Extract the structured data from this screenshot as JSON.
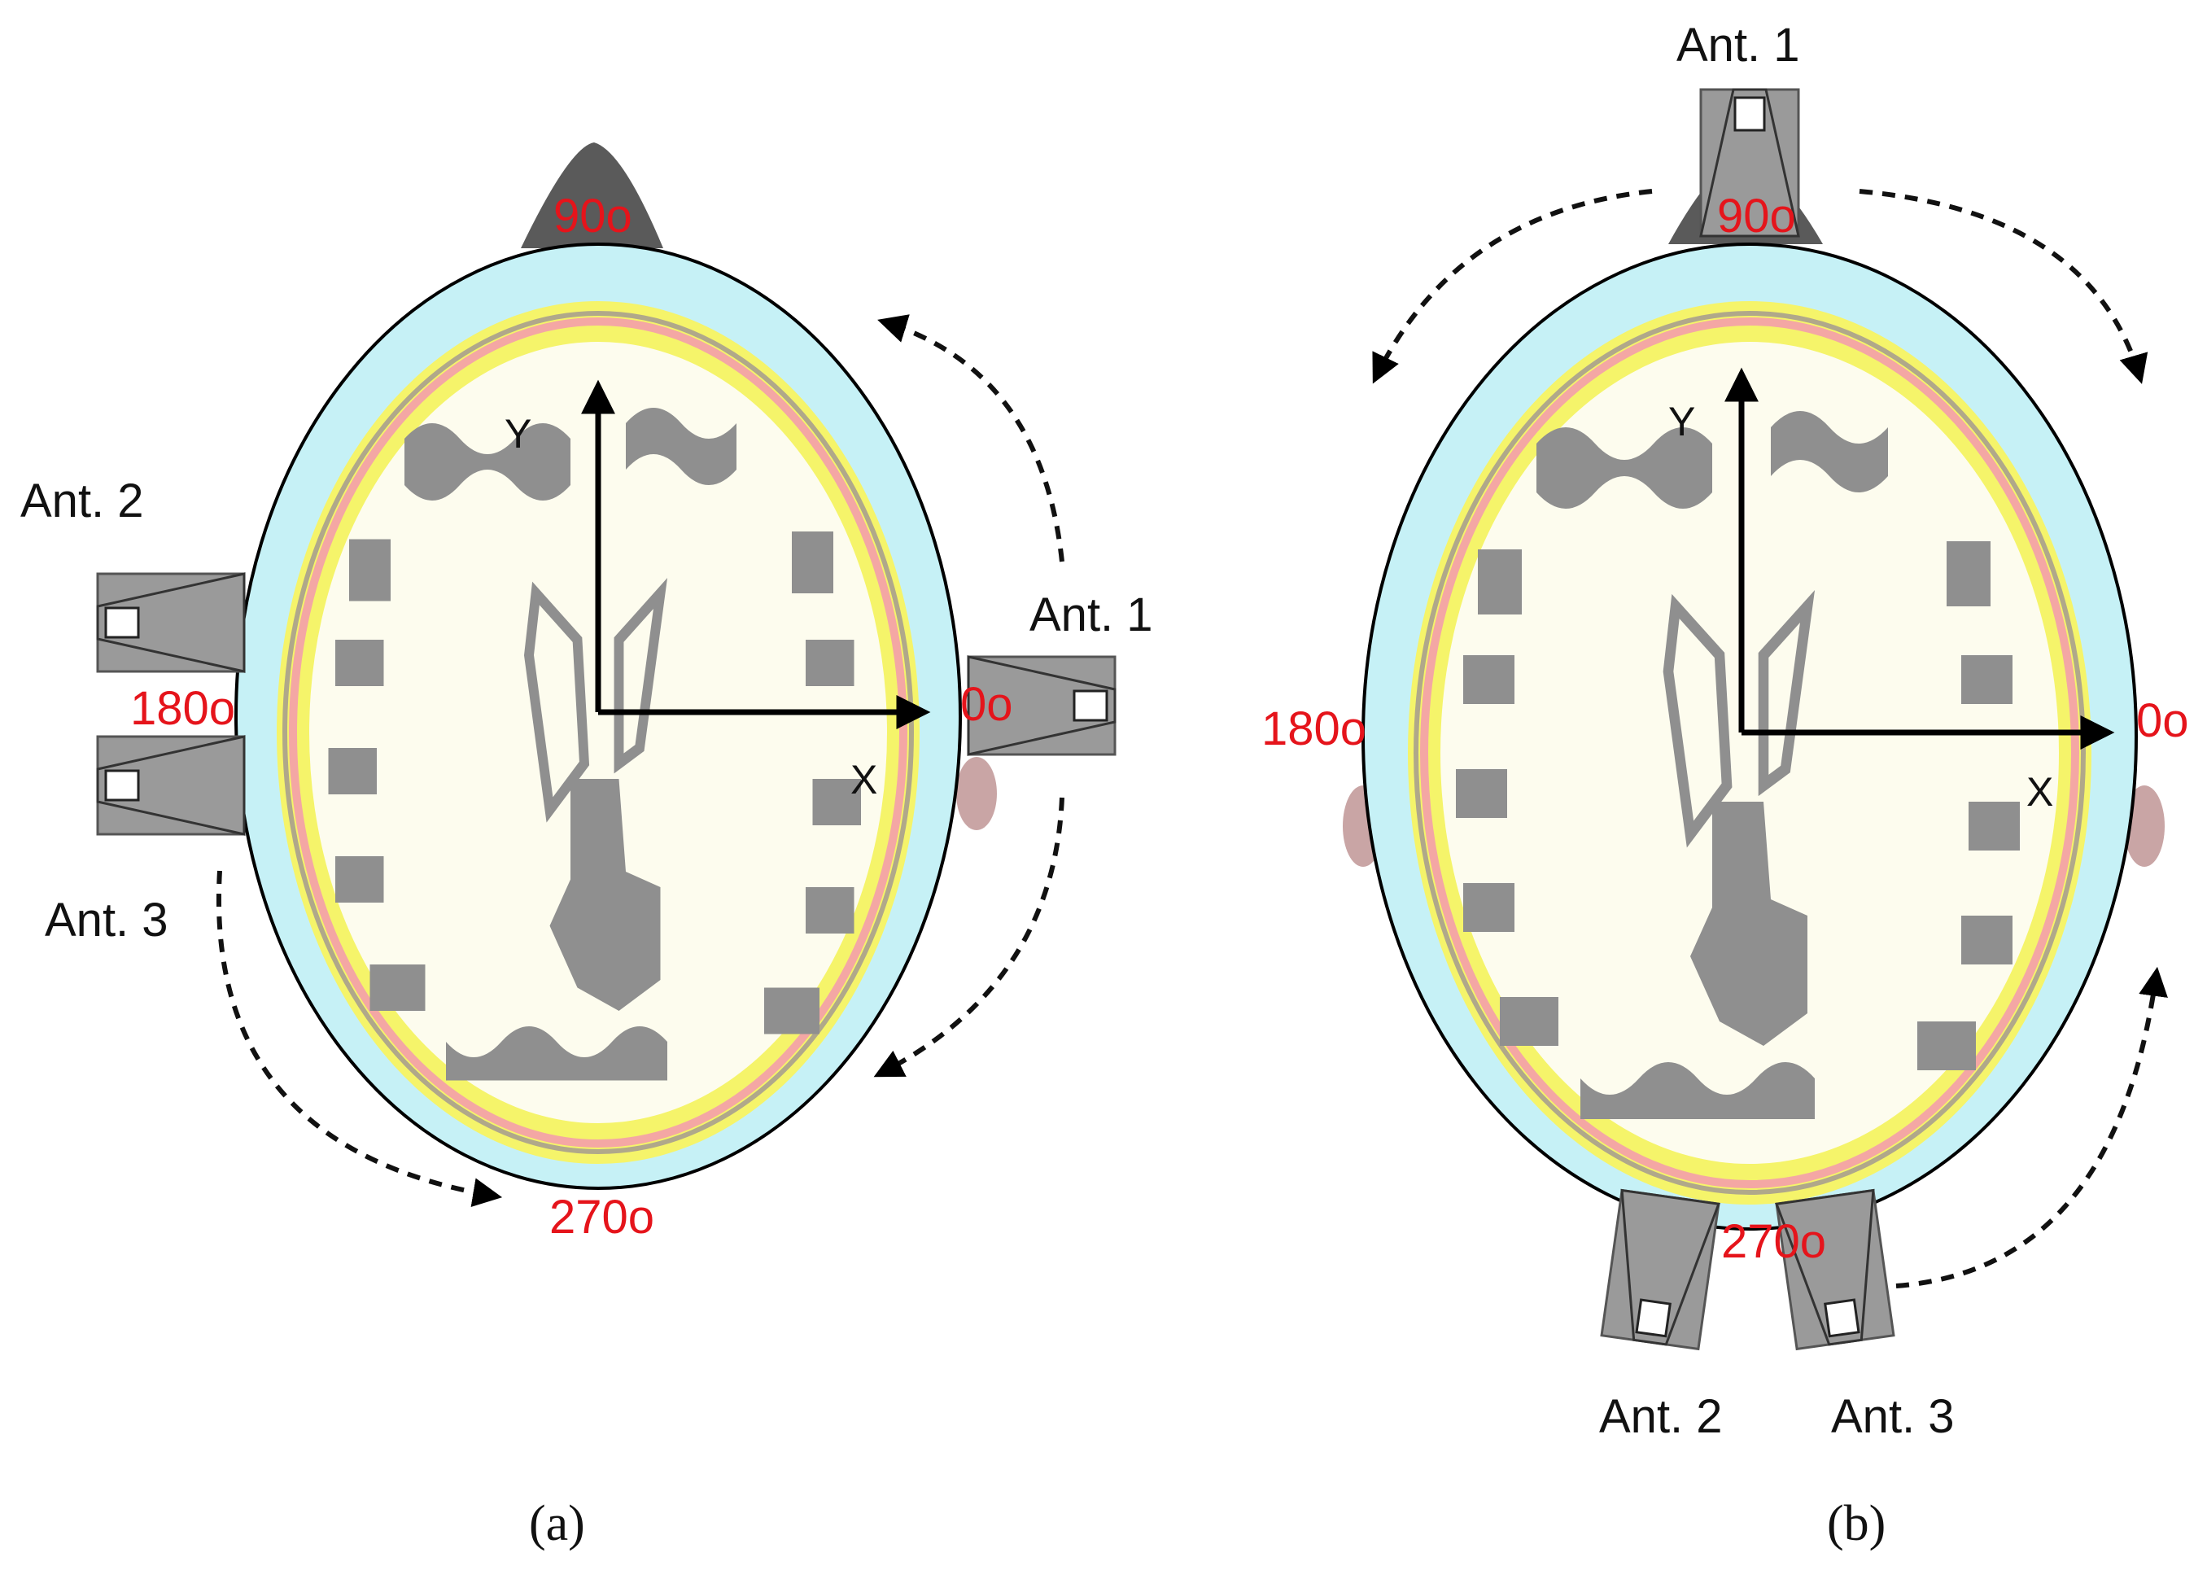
{
  "panels": [
    {
      "id": "a",
      "caption": "(a)",
      "angles": {
        "deg0": "0o",
        "deg90": "90o",
        "deg180": "180o",
        "deg270": "270o"
      },
      "axes": {
        "x": "X",
        "y": "Y"
      },
      "antennas": {
        "ant1": "Ant. 1",
        "ant2": "Ant. 2",
        "ant3": "Ant. 3"
      }
    },
    {
      "id": "b",
      "caption": "(b)",
      "angles": {
        "deg0": "0o",
        "deg90": "90o",
        "deg180": "180o",
        "deg270": "270o"
      },
      "axes": {
        "x": "X",
        "y": "Y"
      },
      "antennas": {
        "ant1": "Ant. 1",
        "ant2": "Ant. 2",
        "ant3": "Ant. 3"
      }
    }
  ],
  "colors": {
    "skin": "#c6f1f6",
    "fat": "#f5f46a",
    "csf_ring": "#f4a7a4",
    "white_matter": "#fdfcee",
    "gray_matter": "#8f8f8f",
    "antenna": "#9a9a9a",
    "angle_text": "#e5141b"
  }
}
